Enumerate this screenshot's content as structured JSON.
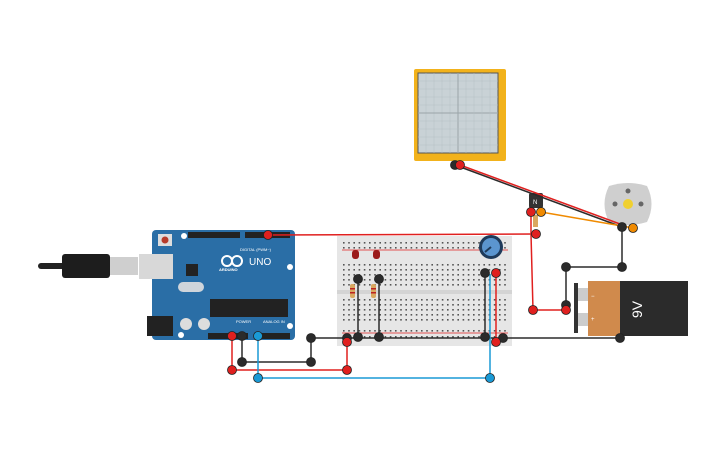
{
  "arduino": {
    "brand": "ARDUINO",
    "model": "UNO",
    "digital_label": "DIGITAL (PWM~)",
    "power_label": "POWER",
    "analog_label": "ANALOG IN"
  },
  "battery": {
    "label": "9V",
    "minus": "−",
    "plus": "+"
  },
  "transistor": {
    "label": "N"
  },
  "colors": {
    "wire_red": "#e0201f",
    "wire_black": "#2b2b2b",
    "wire_blue": "#1a9ad6",
    "wire_orange": "#f08a00",
    "arduino": "#2a6ea6",
    "scope_frame": "#f2b21b"
  }
}
